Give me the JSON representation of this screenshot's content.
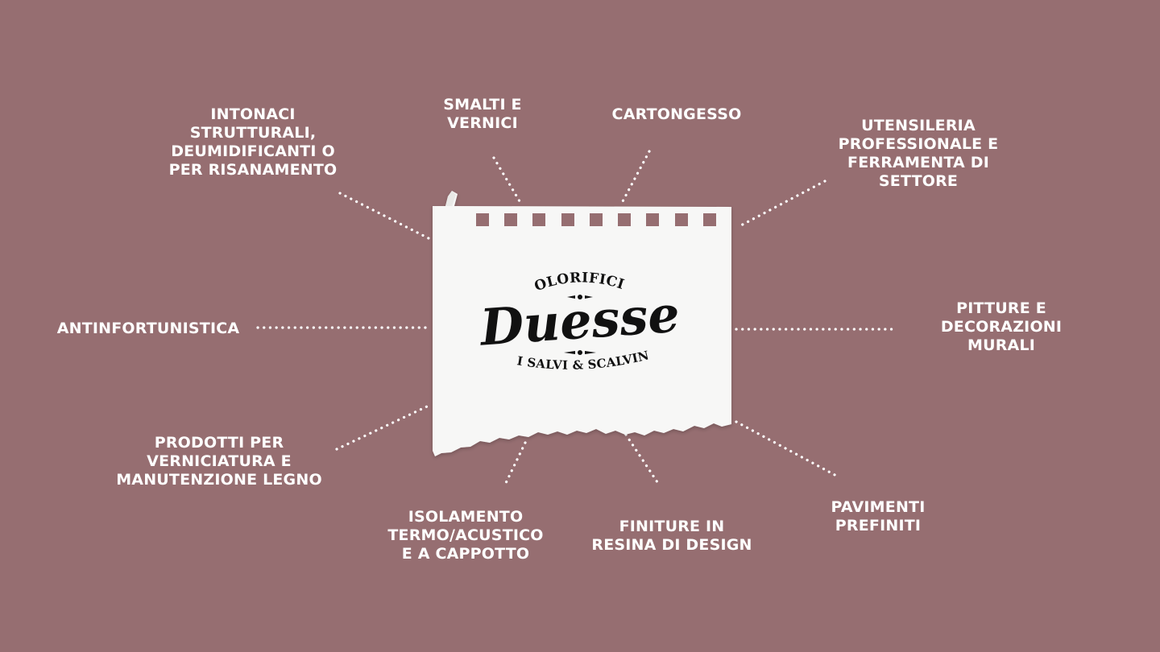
{
  "logo": {
    "top_text": "COLORIFICIO",
    "main_text": "Duesse",
    "bottom_text": "DI SALVI & SCALVINI"
  },
  "categories": {
    "intonaci": "INTONACI\nSTRUTTURALI,\nDEUMIDIFICANTI O\nPER RISANAMENTO",
    "smalti": "SMALTI E\nVERNICI",
    "cartongesso": "CARTONGESSO",
    "utensileria": "UTENSILERIA\nPROFESSIONALE E\nFERRAMENTA DI\nSETTORE",
    "antinfortunistica": "ANTINFORTUNISTICA",
    "pitture": "PITTURE E\nDECORAZIONI\nMURALI",
    "prodotti_legno": "PRODOTTI PER\nVERNICIATURA E\nMANUTENZIONE LEGNO",
    "isolamento": "ISOLAMENTO\nTERMO/ACUSTICO\nE A CAPPOTTO",
    "finiture": "FINITURE IN\nRESINA DI DESIGN",
    "pavimenti": "PAVIMENTI\nPREFINITI"
  },
  "colors": {
    "background": "#966e71",
    "text": "#ffffff",
    "paper": "#f7f7f6",
    "logo_ink": "#111111"
  }
}
